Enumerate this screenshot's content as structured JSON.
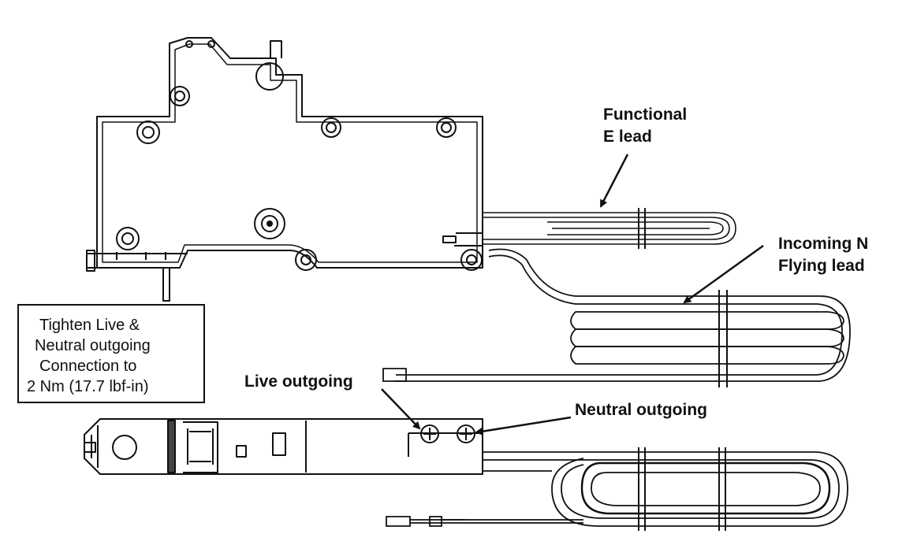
{
  "labels": {
    "functional_e_lead": [
      "Functional",
      "E lead"
    ],
    "incoming_n_flying_lead": [
      "Incoming N",
      "Flying lead"
    ],
    "live_outgoing": "Live outgoing",
    "neutral_outgoing": "Neutral outgoing"
  },
  "torque_note": [
    "Tighten Live &",
    "Neutral outgoing",
    "Connection to",
    "2 Nm (17.7 lbf-in)"
  ]
}
